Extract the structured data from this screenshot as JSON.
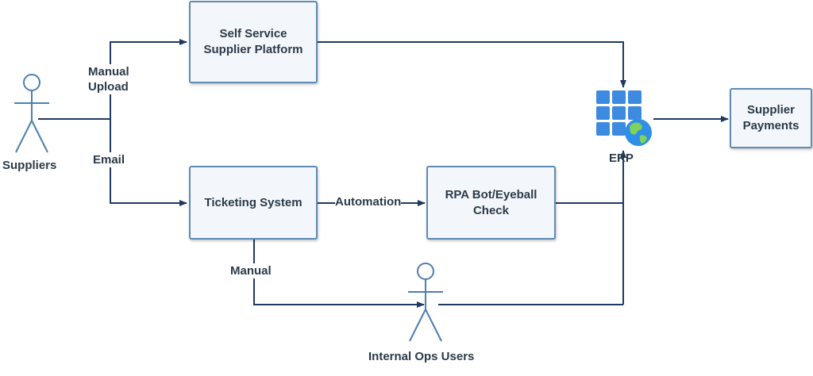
{
  "nodes": {
    "self_service": "Self Service\nSupplier Platform",
    "ticketing": "Ticketing System",
    "rpa": "RPA Bot/Eyeball\nCheck",
    "supplier_payments": "Supplier\nPayments",
    "erp": "ERP"
  },
  "actors": {
    "suppliers": "Suppliers",
    "internal_ops": "Internal Ops Users"
  },
  "edges": {
    "manual_upload": "Manual\nUpload",
    "email": "Email",
    "automation": "Automation",
    "manual": "Manual"
  },
  "colors": {
    "line": "#1e3a5f",
    "box_border": "#5e8ab4",
    "actor": "#4d7fb0"
  }
}
